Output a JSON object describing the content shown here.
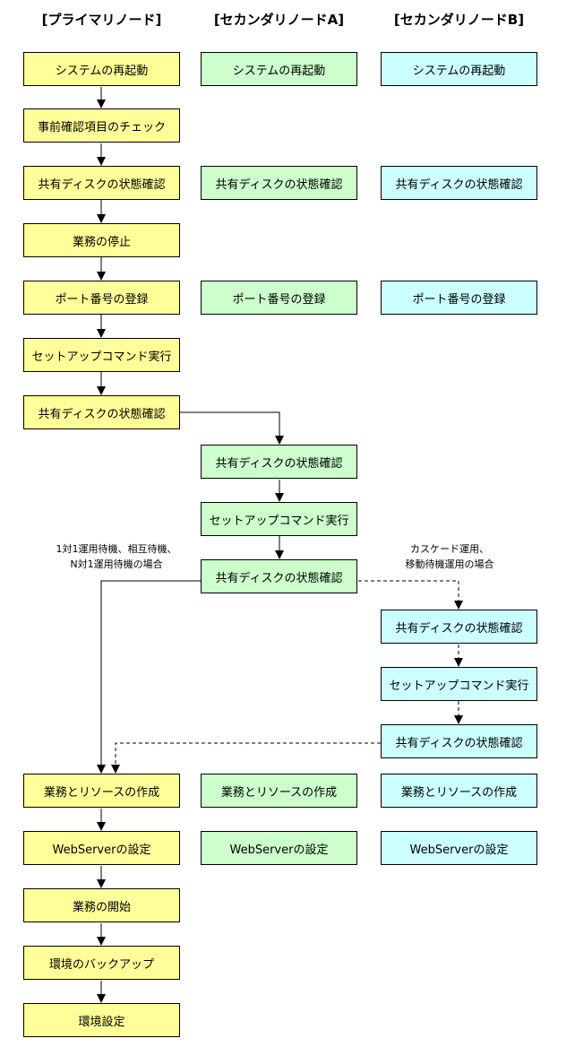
{
  "headers": {
    "primary": "[プライマリノード]",
    "secondary_a": "[セカンダリノードA]",
    "secondary_b": "[セカンダリノードB]"
  },
  "primary": [
    "システムの再起動",
    "事前確認項目のチェック",
    "共有ディスクの状態確認",
    "業務の停止",
    "ポート番号の登録",
    "セットアップコマンド実行",
    "共有ディスクの状態確認",
    "業務とリソースの作成",
    "WebServerの設定",
    "業務の開始",
    "環境のバックアップ",
    "環境設定"
  ],
  "secondary_a": [
    "システムの再起動",
    "共有ディスクの状態確認",
    "ポート番号の登録",
    "共有ディスクの状態確認",
    "セットアップコマンド実行",
    "共有ディスクの状態確認",
    "業務とリソースの作成",
    "WebServerの設定"
  ],
  "secondary_b": [
    "システムの再起動",
    "共有ディスクの状態確認",
    "ポート番号の登録",
    "共有ディスクの状態確認",
    "セットアップコマンド実行",
    "共有ディスクの状態確認",
    "業務とリソースの作成",
    "WebServerの設定"
  ],
  "notes": {
    "left_line1": "1対1運用待機、相互待機、",
    "left_line2": "N対1運用待機の場合",
    "right_line1": "カスケード運用、",
    "right_line2": "移動待機運用の場合"
  }
}
